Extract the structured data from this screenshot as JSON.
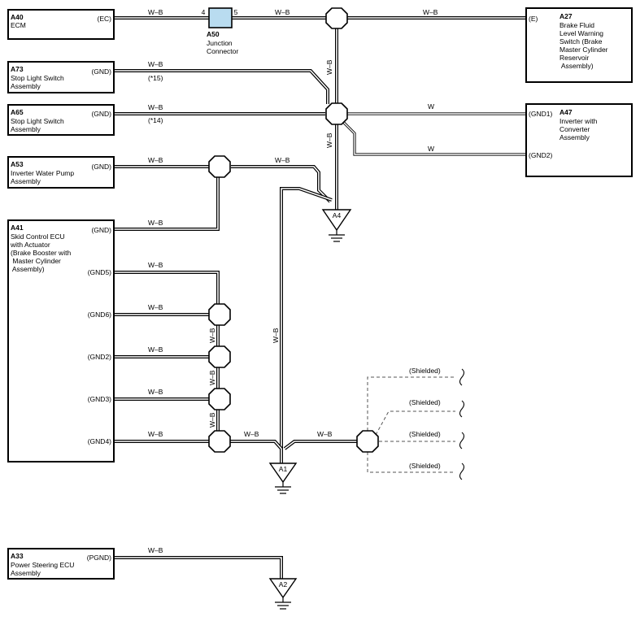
{
  "components": {
    "a40": {
      "code": "A40",
      "name_lines": [
        "ECM"
      ],
      "pins": {
        "ec": "(EC)"
      }
    },
    "a73": {
      "code": "A73",
      "name_lines": [
        "Stop Light Switch",
        "Assembly"
      ],
      "pins": {
        "gnd": "(GND)"
      },
      "note": "(*15)"
    },
    "a65": {
      "code": "A65",
      "name_lines": [
        "Stop Light Switch",
        "Assembly"
      ],
      "pins": {
        "gnd": "(GND)"
      },
      "note": "(*14)"
    },
    "a53": {
      "code": "A53",
      "name_lines": [
        "Inverter Water Pump",
        "Assembly"
      ],
      "pins": {
        "gnd": "(GND)"
      }
    },
    "a41": {
      "code": "A41",
      "name_lines": [
        "Skid Control ECU",
        "with Actuator",
        "(Brake Booster with",
        " Master Cylinder",
        " Assembly)"
      ],
      "pins": {
        "gnd": "(GND)",
        "gnd5": "(GND5)",
        "gnd6": "(GND6)",
        "gnd2": "(GND2)",
        "gnd3": "(GND3)",
        "gnd4": "(GND4)"
      }
    },
    "a33": {
      "code": "A33",
      "name_lines": [
        "Power Steering ECU",
        "Assembly"
      ],
      "pins": {
        "pgnd": "(PGND)"
      }
    },
    "a27": {
      "code": "A27",
      "name_lines": [
        "Brake Fluid",
        "Level Warning",
        "Switch (Brake",
        "Master Cylinder",
        "Reservoir",
        " Assembly)"
      ],
      "pins": {
        "e": "(E)"
      }
    },
    "a47": {
      "code": "A47",
      "name_lines": [
        "Inverter with",
        "Converter",
        "Assembly"
      ],
      "pins": {
        "gnd1": "(GND1)",
        "gnd2": "(GND2)"
      }
    }
  },
  "junction": {
    "code": "A50",
    "name_lines": [
      "Junction",
      "Connector"
    ],
    "pin_in": "4",
    "pin_out": "5"
  },
  "grounds": {
    "a4": "A4",
    "a1": "A1",
    "a2": "A2"
  },
  "wire_colors": {
    "wb": "W–B",
    "w": "W"
  },
  "shield_label": "(Shielded)"
}
